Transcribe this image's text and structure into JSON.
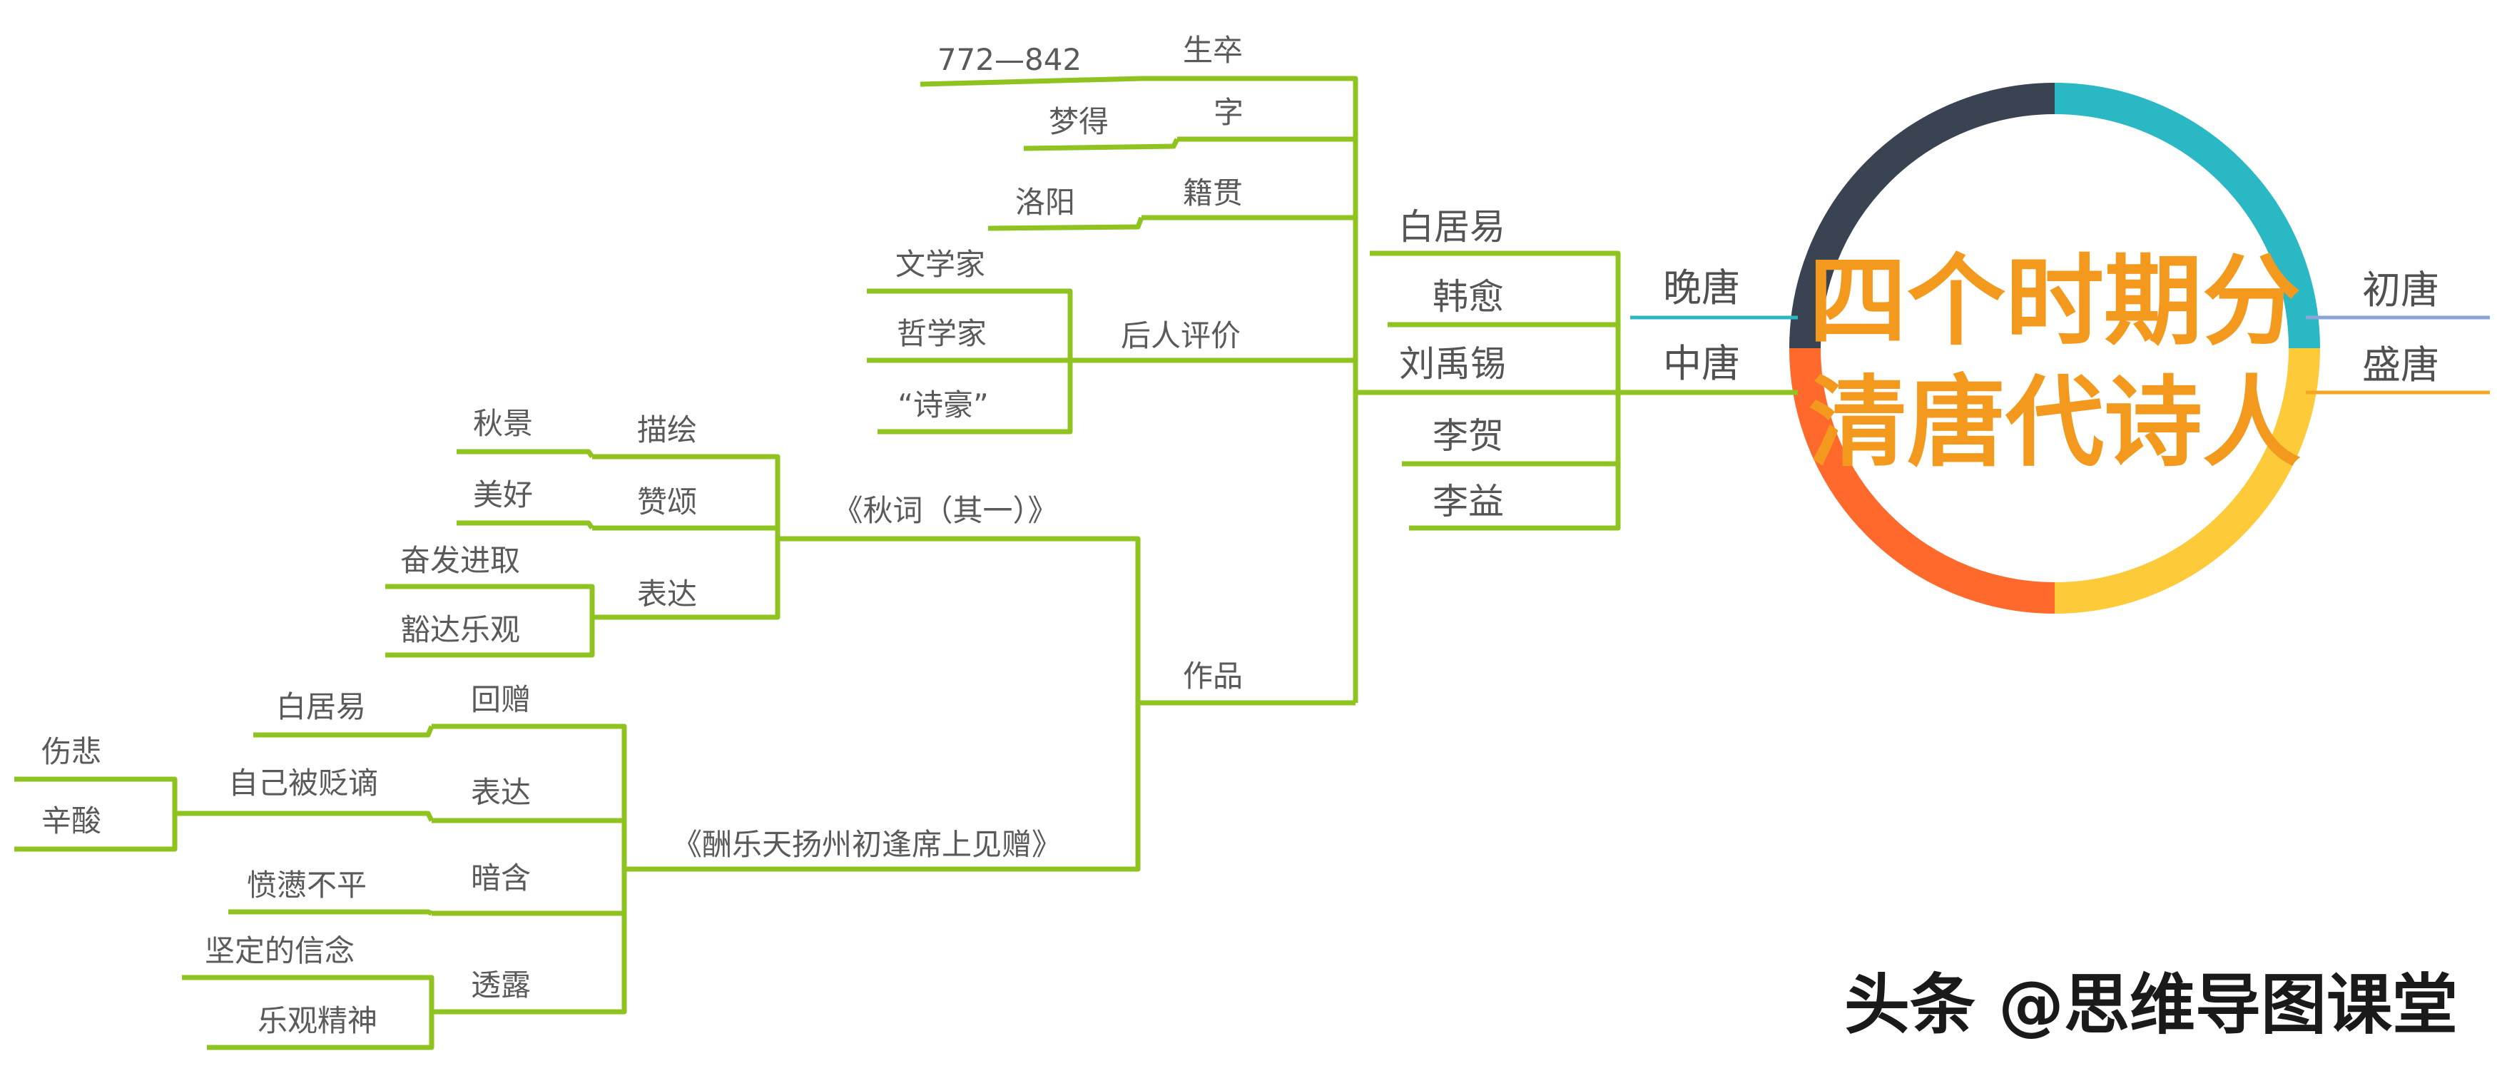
{
  "center": {
    "line1": "四个时期分",
    "line2": "清唐代诗人"
  },
  "periods": {
    "chu": "初唐",
    "sheng": "盛唐",
    "wan": "晚唐",
    "zhong": "中唐"
  },
  "colors": {
    "teal": "#2ab8c4",
    "yellow": "#fdca3a",
    "orange": "#ff6a2c",
    "navy": "#3a4352",
    "green": "#8fc31f",
    "blue": "#8aa3d9",
    "title": "#f39a1e"
  },
  "poets": [
    "白居易",
    "韩愈",
    "刘禹锡",
    "李贺",
    "李益"
  ],
  "liu": {
    "life": {
      "label": "生卒",
      "value": "772—842"
    },
    "zi": {
      "label": "字",
      "value": "梦得"
    },
    "jiguan": {
      "label": "籍贯",
      "value": "洛阳"
    },
    "pingjia": {
      "label": "后人评价",
      "items": [
        "文学家",
        "哲学家",
        "“诗豪”"
      ]
    },
    "works": {
      "label": "作品",
      "qiuci": {
        "title": "《秋词（其一）》",
        "miaohui": {
          "label": "描绘",
          "value": "秋景"
        },
        "zansong": {
          "label": "赞颂",
          "value": "美好"
        },
        "biaoda": {
          "label": "表达",
          "items": [
            "奋发进取",
            "豁达乐观"
          ]
        }
      },
      "chou": {
        "title": "《酬乐天扬州初逢席上见赠》",
        "huizeng": {
          "label": "回赠",
          "value": "白居易"
        },
        "biaoda": {
          "label": "表达",
          "value": "自己被贬谪",
          "sub": [
            "伤悲",
            "辛酸"
          ]
        },
        "anhan": {
          "label": "暗含",
          "value": "愤懑不平"
        },
        "toulu": {
          "label": "透露",
          "items": [
            "坚定的信念",
            "乐观精神"
          ]
        }
      }
    }
  },
  "watermark": "头条 @思维导图课堂"
}
